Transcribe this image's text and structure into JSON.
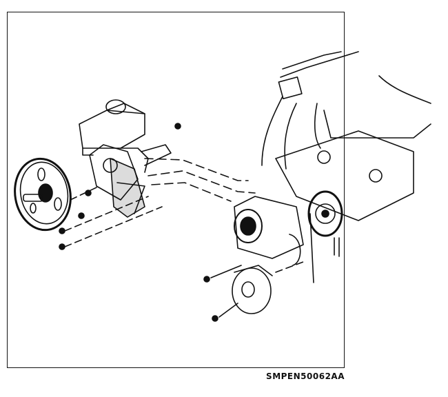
{
  "figure": {
    "reference_code": "SMPEN50062AA",
    "description": "Exploded view: power steering pump with reservoir, pulley and mounting bracket removed from engine front; alternator, idler/tensioner pulley and crankshaft-area pulley shown with mounting bolts",
    "components": [
      {
        "name": "power-steering-pump-pulley"
      },
      {
        "name": "power-steering-reservoir"
      },
      {
        "name": "power-steering-pump"
      },
      {
        "name": "pump-mounting-bracket"
      },
      {
        "name": "mounting-bolts",
        "count": 6
      },
      {
        "name": "engine-block"
      },
      {
        "name": "alternator"
      },
      {
        "name": "idler-pulley"
      },
      {
        "name": "tensioner-pulley"
      }
    ]
  },
  "colors": {
    "line": "#111111",
    "background": "#ffffff"
  }
}
